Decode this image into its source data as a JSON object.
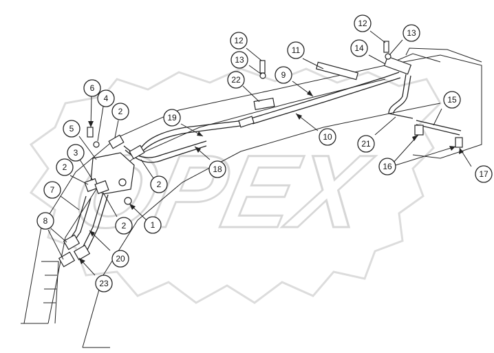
{
  "watermark": {
    "text": "OPEX",
    "color": "#d9d9d9"
  },
  "line_color": "#222222",
  "callouts": [
    {
      "id": "c1",
      "label": "1"
    },
    {
      "id": "c2a",
      "label": "2"
    },
    {
      "id": "c2b",
      "label": "2"
    },
    {
      "id": "c2c",
      "label": "2"
    },
    {
      "id": "c2d",
      "label": "2"
    },
    {
      "id": "c3",
      "label": "3"
    },
    {
      "id": "c4",
      "label": "4"
    },
    {
      "id": "c5",
      "label": "5"
    },
    {
      "id": "c6",
      "label": "6"
    },
    {
      "id": "c7",
      "label": "7"
    },
    {
      "id": "c8",
      "label": "8"
    },
    {
      "id": "c9",
      "label": "9"
    },
    {
      "id": "c10",
      "label": "10"
    },
    {
      "id": "c11",
      "label": "11"
    },
    {
      "id": "c12a",
      "label": "12"
    },
    {
      "id": "c12b",
      "label": "12"
    },
    {
      "id": "c13a",
      "label": "13"
    },
    {
      "id": "c13b",
      "label": "13"
    },
    {
      "id": "c14",
      "label": "14"
    },
    {
      "id": "c15",
      "label": "15"
    },
    {
      "id": "c16",
      "label": "16"
    },
    {
      "id": "c17",
      "label": "17"
    },
    {
      "id": "c18",
      "label": "18"
    },
    {
      "id": "c19",
      "label": "19"
    },
    {
      "id": "c20",
      "label": "20"
    },
    {
      "id": "c21",
      "label": "21"
    },
    {
      "id": "c22",
      "label": "22"
    },
    {
      "id": "c23",
      "label": "23"
    }
  ]
}
